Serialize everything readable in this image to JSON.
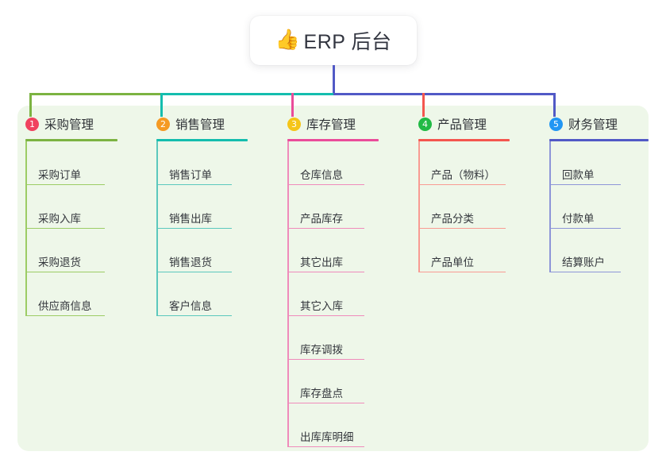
{
  "root": {
    "icon": "thumbs-up-icon",
    "emoji": "👍",
    "title": "ERP 后台"
  },
  "colors": {
    "panel_bg": "#eef7e9",
    "page_bg": "#ffffff",
    "root_card_bg": "#ffffff",
    "title_text": "#333641",
    "trunk_line": "#5159c6",
    "branch_green": "#7cb342",
    "branch_teal": "#14bdae",
    "branch_pink": "#ea4c9a",
    "branch_red": "#f4564e",
    "branch_blue": "#5159c6"
  },
  "columns": [
    {
      "index": "1",
      "title": "采购管理",
      "badge_color": "#f0425f",
      "line_color": "#7cb342",
      "item_line_color": "#9ccc65",
      "items": [
        "采购订单",
        "采购入库",
        "采购退货",
        "供应商信息"
      ]
    },
    {
      "index": "2",
      "title": "销售管理",
      "badge_color": "#f59a23",
      "line_color": "#14bdae",
      "item_line_color": "#5bc8bd",
      "items": [
        "销售订单",
        "销售出库",
        "销售退货",
        "客户信息"
      ]
    },
    {
      "index": "3",
      "title": "库存管理",
      "badge_color": "#f5c518",
      "line_color": "#ea4c9a",
      "item_line_color": "#ef8bbb",
      "items": [
        "仓库信息",
        "产品库存",
        "其它出库",
        "其它入库",
        "库存调拨",
        "库存盘点",
        "出库库明细"
      ]
    },
    {
      "index": "4",
      "title": "产品管理",
      "badge_color": "#21ba45",
      "line_color": "#f4564e",
      "item_line_color": "#f89b93",
      "items": [
        "产品（物料）",
        "产品分类",
        "产品单位"
      ]
    },
    {
      "index": "5",
      "title": "财务管理",
      "badge_color": "#2196f3",
      "line_color": "#5159c6",
      "item_line_color": "#8d95d8",
      "items": [
        "回款单",
        "付款单",
        "结算账户"
      ]
    }
  ]
}
